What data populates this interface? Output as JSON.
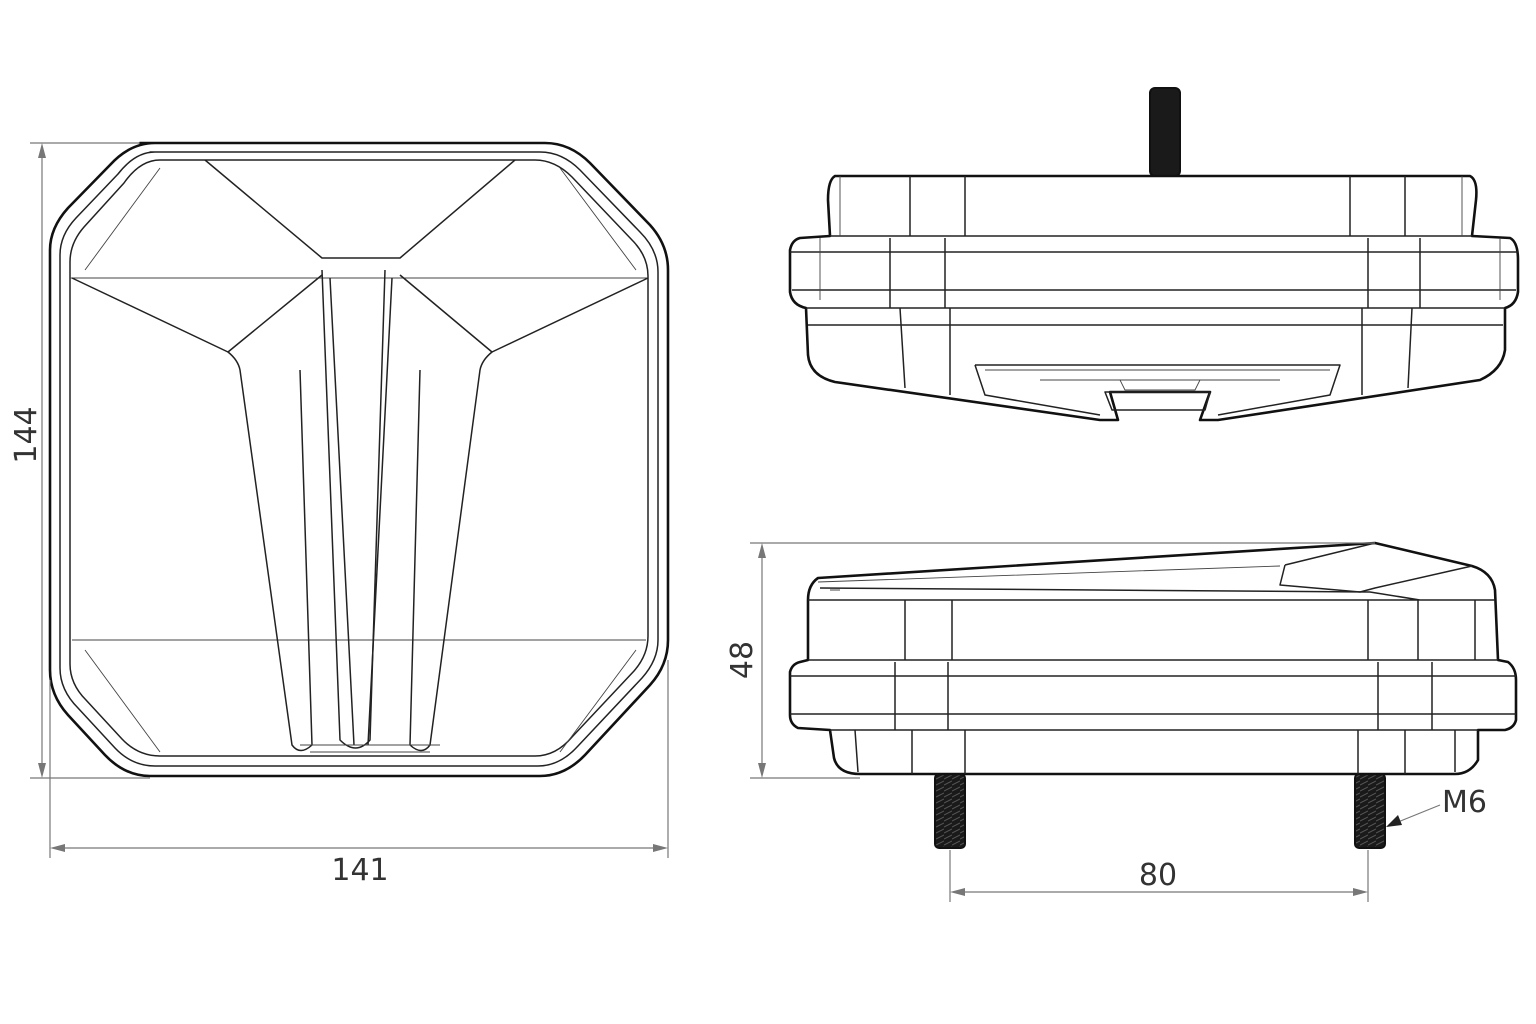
{
  "dimensions": {
    "height": "144",
    "width": "141",
    "depth": "48",
    "bolt_spacing": "80",
    "thread": "M6"
  },
  "colors": {
    "line": "#111111",
    "dimension": "#777777",
    "background": "#ffffff"
  }
}
